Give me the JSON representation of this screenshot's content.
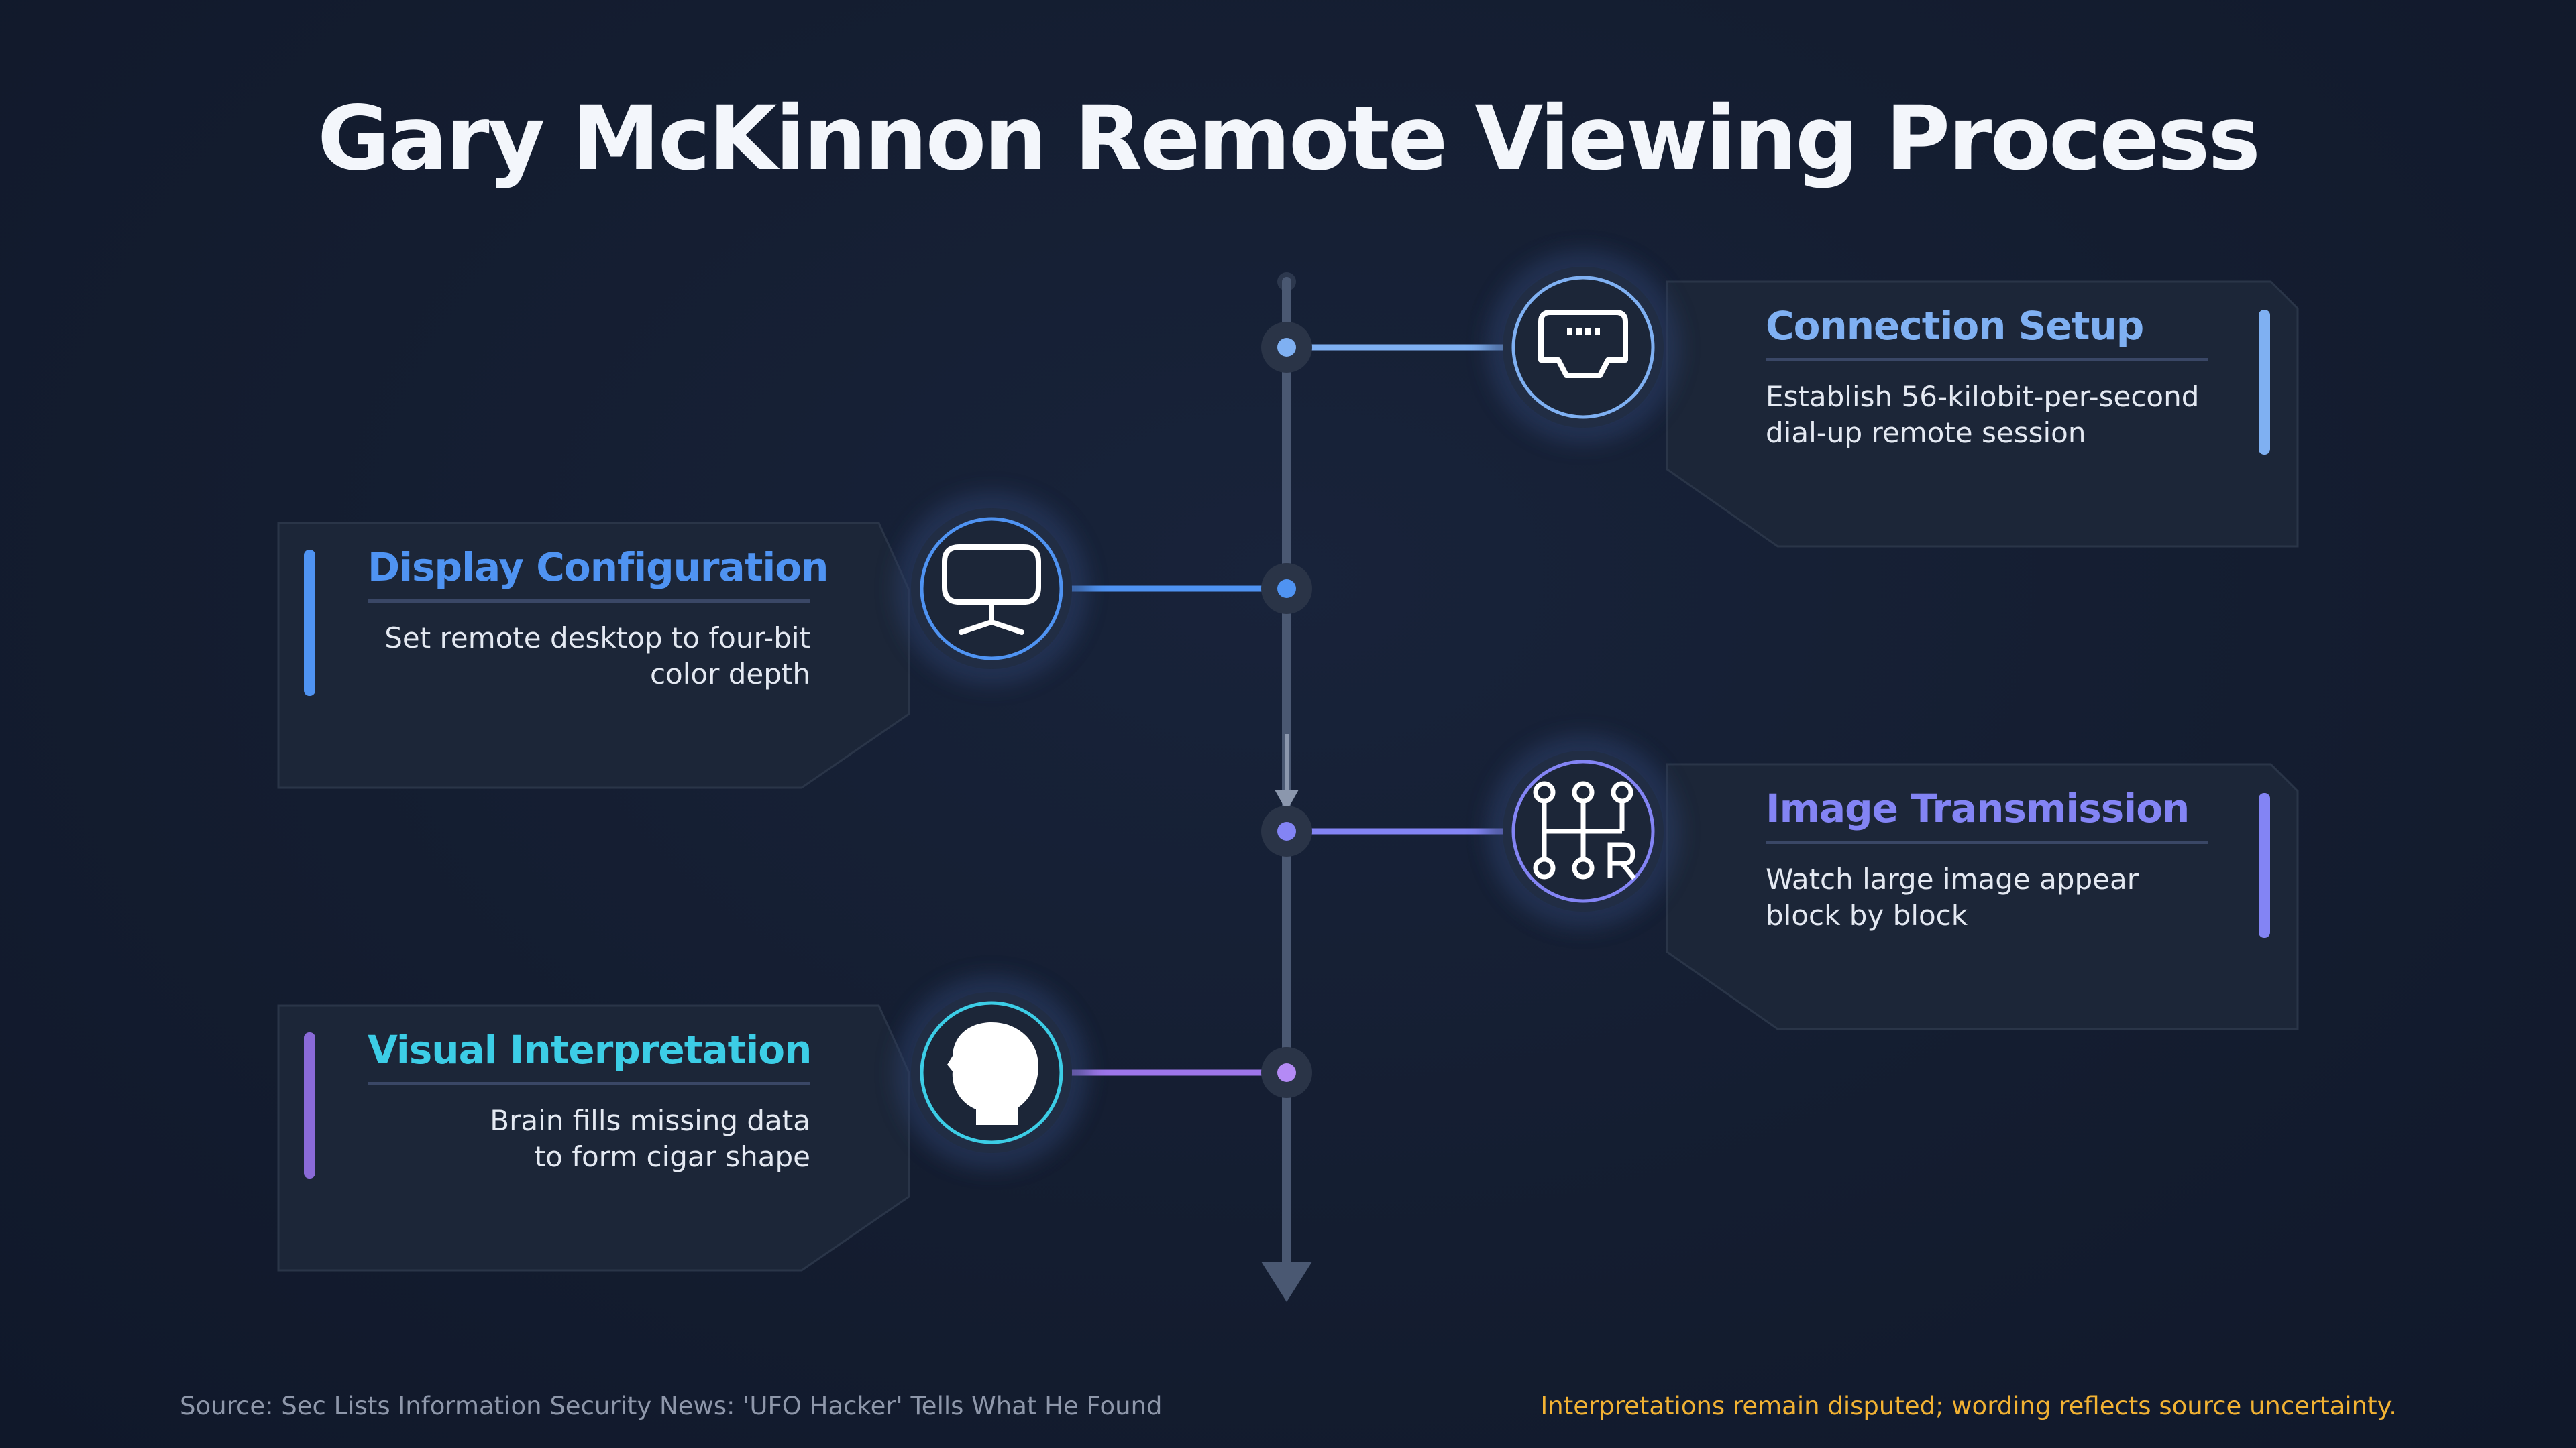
{
  "title": "Gary McKinnon Remote Viewing Process",
  "steps": [
    {
      "title": "Connection Setup",
      "description": "Establish 56-kilobit-per-second\ndial-up remote session",
      "icon": "ethernet-port-icon",
      "color": "#7fb0f2",
      "side": "right"
    },
    {
      "title": "Display Configuration",
      "description": "Set remote desktop to four-bit\ncolor depth",
      "icon": "monitor-icon",
      "color": "#4f93f2",
      "side": "left"
    },
    {
      "title": "Image Transmission",
      "description": "Watch large image appear\nblock by block",
      "icon": "gear-shift-icon",
      "color": "#8384f4",
      "side": "right"
    },
    {
      "title": "Visual Interpretation",
      "description": "Brain fills missing data\nto form cigar shape",
      "icon": "head-profile-icon",
      "color": "#3ccde6",
      "side": "left"
    }
  ],
  "footer": {
    "source": "Source: Sec Lists Information Security News: 'UFO Hacker' Tells What He Found",
    "note": "Interpretations remain disputed; wording reflects source uncertainty."
  },
  "colors": {
    "background": "#141d30",
    "card": "#1c2638",
    "timeline": "#4a5872",
    "note": "#f2b233",
    "source": "#8e97aa"
  }
}
